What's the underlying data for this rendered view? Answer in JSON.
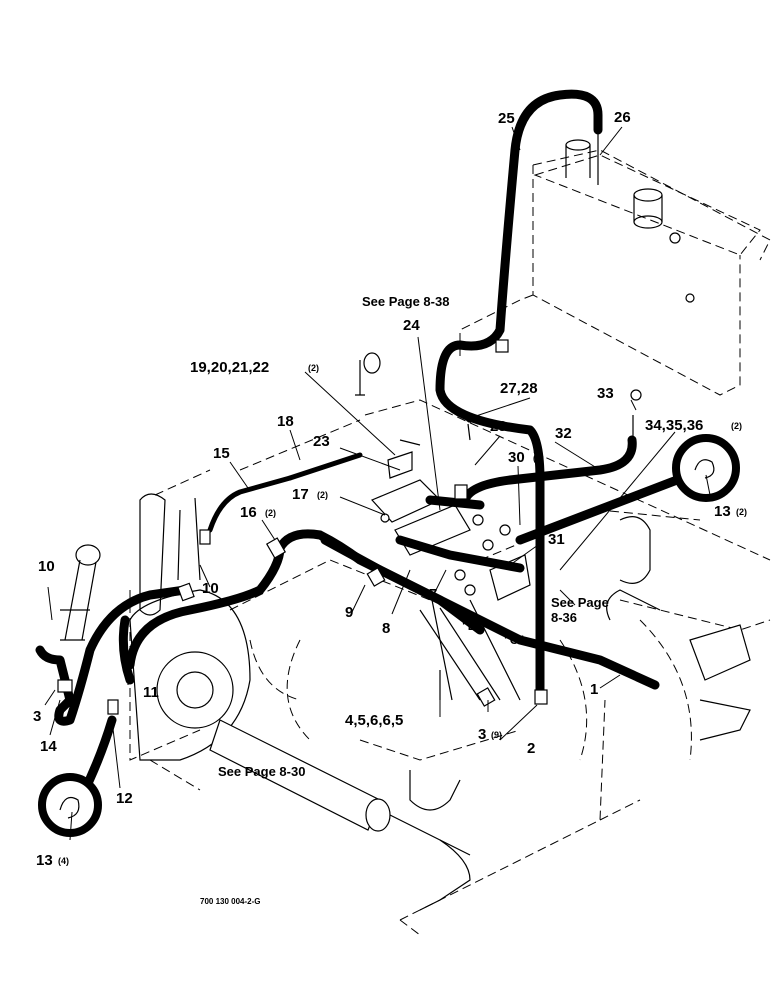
{
  "callouts": {
    "c1": "1",
    "c2": "2",
    "c3a": "3",
    "c3b": "3",
    "c3b_qty": "(9)",
    "c4": "4,5,6,6,5",
    "c7": "7",
    "c8": "8",
    "c9": "9",
    "c10a": "10",
    "c10b": "10",
    "c11": "11",
    "c12": "12",
    "c13a": "13",
    "c13a_qty": "(2)",
    "c13b": "13",
    "c13b_qty": "(4)",
    "c14": "14",
    "c15": "15",
    "c16": "16",
    "c16_qty": "(2)",
    "c17": "17",
    "c17_qty": "(2)",
    "c18": "18",
    "c19": "19,20,21,22",
    "c19_qty": "(2)",
    "c23": "23",
    "c24": "24",
    "c25": "25",
    "c26": "26",
    "c27": "27,28",
    "c29": "29",
    "c30": "30",
    "c30_qty": "(2)",
    "c31": "31",
    "c32": "32",
    "c33": "33",
    "c34": "34,35,36",
    "c34_qty": "(2)"
  },
  "references": {
    "p838": "See Page 8-38",
    "p836a": "See Page",
    "p836b": "8-36",
    "p830": "See Page 8-30"
  },
  "ports": {
    "b": "\"B\"",
    "c": "\"C\""
  },
  "doc_id": "700 130 004-2-G",
  "colors": {
    "ink": "#000000",
    "paper": "#ffffff"
  }
}
